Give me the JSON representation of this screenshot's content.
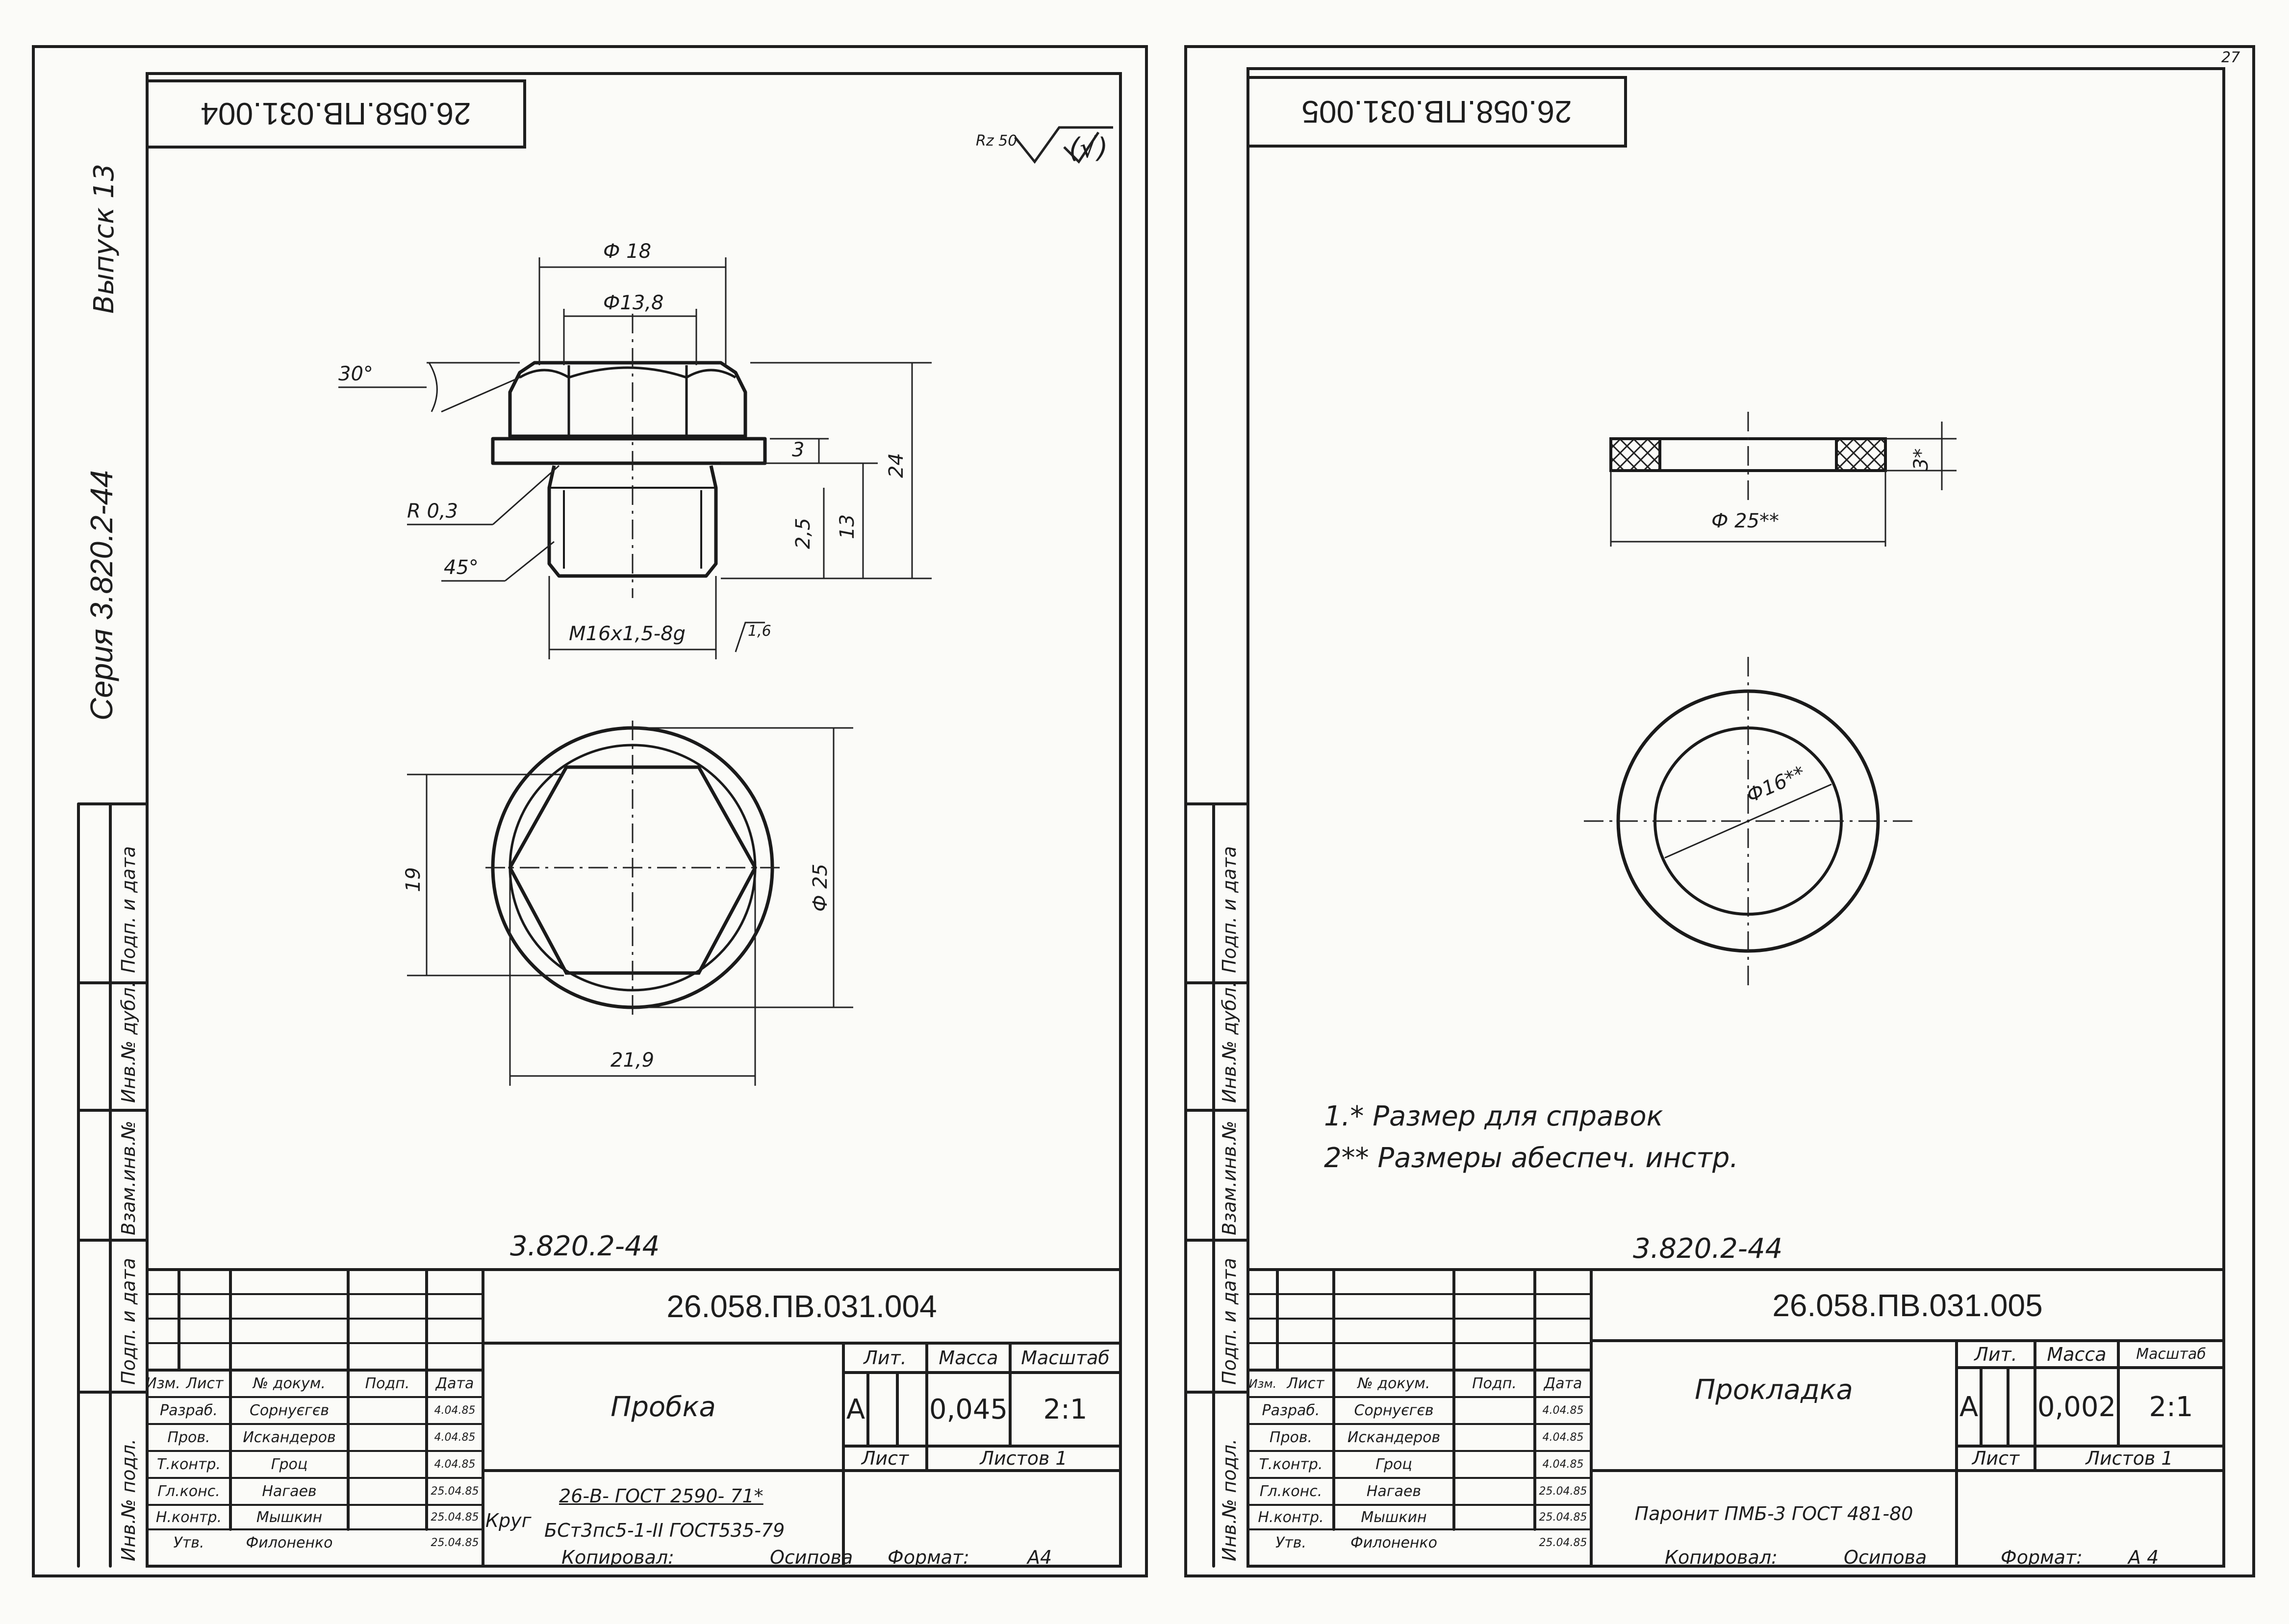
{
  "page_number": "27",
  "sidebar": {
    "series_label": "Серия 3.820.2-44",
    "issue_label": "Выпуск 13",
    "left_cells": [
      "Подп. и дата",
      "Инв.№ дубл.",
      "Взам.инв.№",
      "Подп. и дата",
      "Инв.№ подл."
    ],
    "right_cells": [
      "Подп. и дата",
      "Инв.№ дубл.",
      "Взам.инв.№",
      "Подп. и дата",
      "Инв.№ подл."
    ]
  },
  "left_sheet": {
    "top_stamp": "26.058.ПВ.031.004",
    "roughness_note": "Rz 50",
    "roughness_mark": "(√)",
    "drawing_ref": "3.820.2-44",
    "dimensions": {
      "d18": "Ф 18",
      "d13_8": "Ф13,8",
      "angle30": "30°",
      "h3": "3",
      "h24": "24",
      "r03": "R 0,3",
      "h13": "13",
      "h2_5": "2,5",
      "angle45": "45°",
      "thread": "M16x1,5-8g",
      "rough16": "1,6",
      "s19": "19",
      "d25": "Ф 25",
      "e21_9": "21,9"
    },
    "title_block": {
      "designation": "26.058.ПВ.031.004",
      "name": "Пробка",
      "lit_label": "Лит.",
      "mass_label": "Масса",
      "scale_label": "Масштаб",
      "lit_value": "А",
      "mass_value": "0,045",
      "scale_value": "2:1",
      "sheet_label": "Лист",
      "sheets_label": "Листов 1",
      "header_row": [
        "Изм.",
        "Лист",
        "№ докум.",
        "Подп.",
        "Дата"
      ],
      "roles": [
        "Разраб.",
        "Пров.",
        "Т.контр.",
        "Гл.конс.",
        "Н.контр.",
        "Утв."
      ],
      "surnames": [
        "Сорнуєгєв",
        "Искандеров",
        "Гроц",
        "Нагаев",
        "Мышкин",
        "Филоненко"
      ],
      "dates": [
        "4.04.85",
        "4.04.85",
        "4.04.85",
        "25.04.85",
        "25.04.85",
        "25.04.85"
      ],
      "material_label": "Круг",
      "material_line1": "26-В- ГОСТ 2590- 71*",
      "material_line2": "БСт3пс5-1-II ГОСТ535-79",
      "copied_label": "Копировал:",
      "copied_by": "Осипова",
      "format_label": "Формат:",
      "format_value": "А4"
    }
  },
  "right_sheet": {
    "top_stamp": "26.058.ПВ.031.005",
    "drawing_ref": "3.820.2-44",
    "dimensions": {
      "d25": "Ф 25**",
      "h3": "3*",
      "d16": "Ф16**"
    },
    "notes": [
      "1.* Размер для справок",
      "2** Размеры абеспеч. инстр."
    ],
    "title_block": {
      "designation": "26.058.ПВ.031.005",
      "name": "Прокладка",
      "lit_label": "Лит.",
      "mass_label": "Масса",
      "scale_label": "Масштаб",
      "lit_value": "А",
      "mass_value": "0,002",
      "scale_value": "2:1",
      "sheet_label": "Лист",
      "sheets_label": "Листов 1",
      "header_row": [
        "Изм.",
        "Лист",
        "№ докум.",
        "Подп.",
        "Дата"
      ],
      "roles": [
        "Разраб.",
        "Пров.",
        "Т.контр.",
        "Гл.конс.",
        "Н.контр.",
        "Утв."
      ],
      "surnames": [
        "Сорнуєгєв",
        "Искандеров",
        "Гроц",
        "Нагаев",
        "Мышкин",
        "Филоненко"
      ],
      "dates": [
        "4.04.85",
        "4.04.85",
        "4.04.85",
        "25.04.85",
        "25.04.85",
        "25.04.85"
      ],
      "material": "Паронит ПМБ-3 ГОСТ 481-80",
      "copied_label": "Копировал:",
      "copied_by": "Осипова",
      "format_label": "Формат:",
      "format_value": "А 4"
    }
  }
}
